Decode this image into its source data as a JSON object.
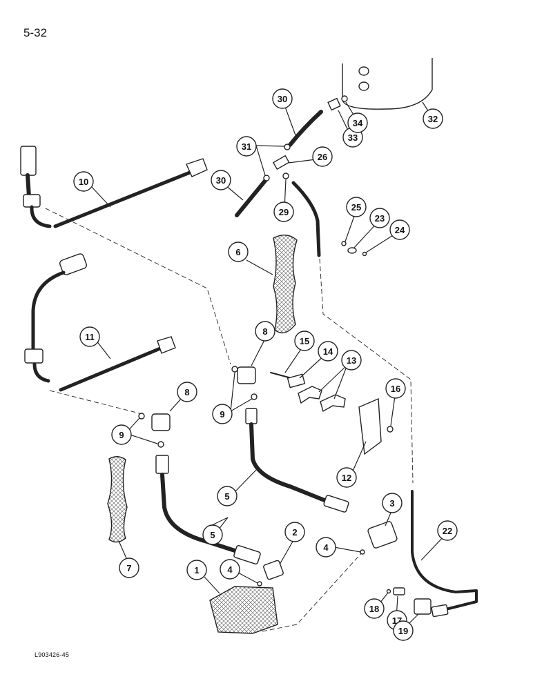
{
  "page": {
    "number": "5-32",
    "reference_code": "L903426-45"
  },
  "callouts": [
    "1",
    "2",
    "3",
    "4",
    "5",
    "6",
    "7",
    "8",
    "9",
    "10",
    "11",
    "13",
    "14",
    "15",
    "16",
    "17",
    "18",
    "19",
    "22",
    "23",
    "24",
    "25",
    "26",
    "29",
    "30",
    "31",
    "32",
    "33",
    "34",
    "12"
  ],
  "colors": {
    "line": "#222222",
    "background": "#ffffff"
  }
}
